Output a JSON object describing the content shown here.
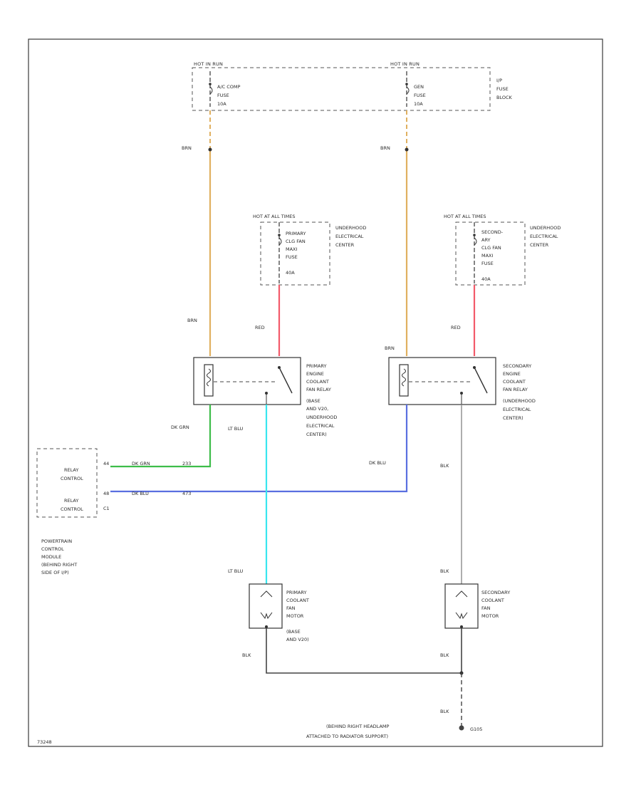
{
  "fuse_block": {
    "hot_left": "HOT IN RUN",
    "hot_right": "HOT IN RUN",
    "left_fuse": [
      "A/C COMP",
      "FUSE",
      "10A"
    ],
    "right_fuse": [
      "GEN",
      "FUSE",
      "10A"
    ],
    "block_label": [
      "I/P",
      "FUSE",
      "BLOCK"
    ]
  },
  "wires": {
    "brn_top_left": "BRN",
    "brn_top_right": "BRN",
    "brn_mid_left": "BRN",
    "brn_mid_right": "BRN",
    "red_left": "RED",
    "red_right": "RED",
    "dk_grn": "DK GRN",
    "lt_blu_upper": "LT BLU",
    "lt_blu_lower": "LT BLU",
    "dk_blu": "DK BLU",
    "blk_right_upper": "BLK",
    "blk_right_lower": "BLK",
    "blk_motor_left": "BLK",
    "blk_motor_right": "BLK",
    "blk_ground": "BLK",
    "pcm_dk_grn": "DK GRN",
    "pcm_dk_grn_pin": "233",
    "pcm_dk_blu": "DK BLU",
    "pcm_dk_blu_pin": "473"
  },
  "underhood_fuses": {
    "left_hot": "HOT AT ALL TIMES",
    "left_fuse": [
      "PRIMARY",
      "CLG FAN",
      "MAXI",
      "FUSE",
      "40A"
    ],
    "left_center": [
      "UNDERHOOD",
      "ELECTRICAL",
      "CENTER"
    ],
    "right_hot": "HOT AT ALL TIMES",
    "right_fuse": [
      "SECOND-",
      "ARY",
      "CLG FAN",
      "MAXI",
      "FUSE",
      "40A"
    ],
    "right_center": [
      "UNDERHOOD",
      "ELECTRICAL",
      "CENTER"
    ]
  },
  "relays": {
    "primary": [
      "PRIMARY",
      "ENGINE",
      "COOLANT",
      "FAN RELAY",
      "(BASE",
      "AND V20,",
      "UNDERHOOD",
      "ELECTRICAL",
      "CENTER)"
    ],
    "secondary": [
      "SECONDARY",
      "ENGINE",
      "COOLANT",
      "FAN RELAY",
      "(UNDERHOOD",
      "ELECTRICAL",
      "CENTER)"
    ]
  },
  "pcm": {
    "relay_control_1": "RELAY",
    "control_1": "CONTROL",
    "pin_1": "C1",
    "relay_control_2": "RELAY",
    "control_2": "CONTROL",
    "pin_2": "C1",
    "term_1": "44",
    "term_2": "48",
    "label": [
      "POWERTRAIN",
      "CONTROL",
      "MODULE",
      "(BEHIND RIGHT",
      "SIDE OF I/P)"
    ]
  },
  "motors": {
    "primary": [
      "PRIMARY",
      "COOLANT",
      "FAN",
      "MOTOR",
      "(BASE",
      "AND V20)"
    ],
    "secondary": [
      "SECONDARY",
      "COOLANT",
      "FAN",
      "MOTOR"
    ]
  },
  "ground": {
    "label": [
      "(BEHIND RIGHT HEADLAMP",
      "ATTACHED TO RADIATOR SUPPORT)"
    ],
    "id": "G105"
  },
  "figure_id": "73248",
  "colors": {
    "brn": "#e0b060",
    "red": "#f25a6a",
    "dk_grn": "#3dbd4a",
    "lt_blu": "#38e6ee",
    "dk_blu": "#5a6fe0",
    "blk": "#9a9a9a",
    "outline": "#3a3a3a"
  }
}
